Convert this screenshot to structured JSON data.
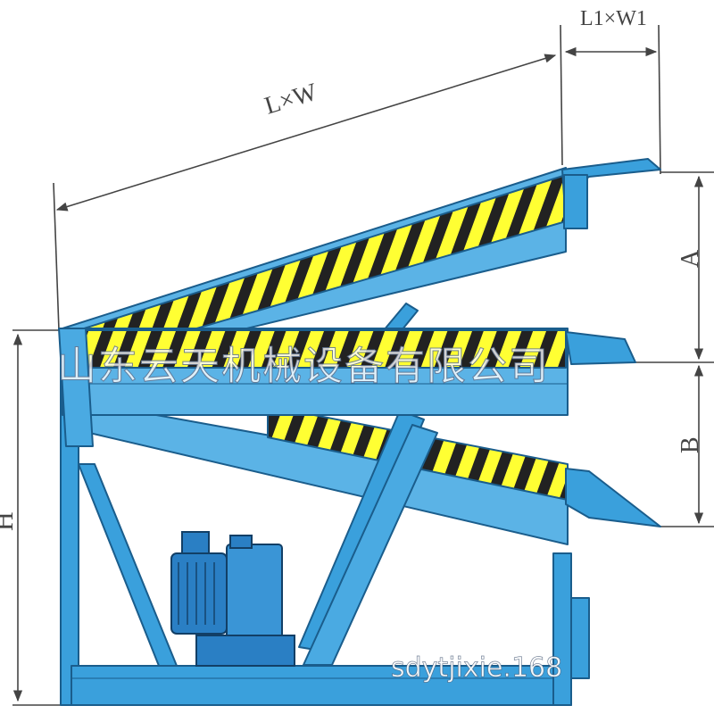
{
  "dimensions": {
    "length_width": "L×W",
    "lip": "L1×W1",
    "raise_range": "A",
    "lower_range": "B",
    "height": "H"
  },
  "watermark": {
    "company": "山东云天机械设备有限公司",
    "url": "sdytjixie.168"
  },
  "colors": {
    "frame_blue": "#3aa0dc",
    "frame_outline": "#1a5d8c",
    "hazard_yellow": "#ffff33",
    "hazard_black": "#222222",
    "motor_blue": "#2a7fc4",
    "dimension_line": "#444444"
  }
}
